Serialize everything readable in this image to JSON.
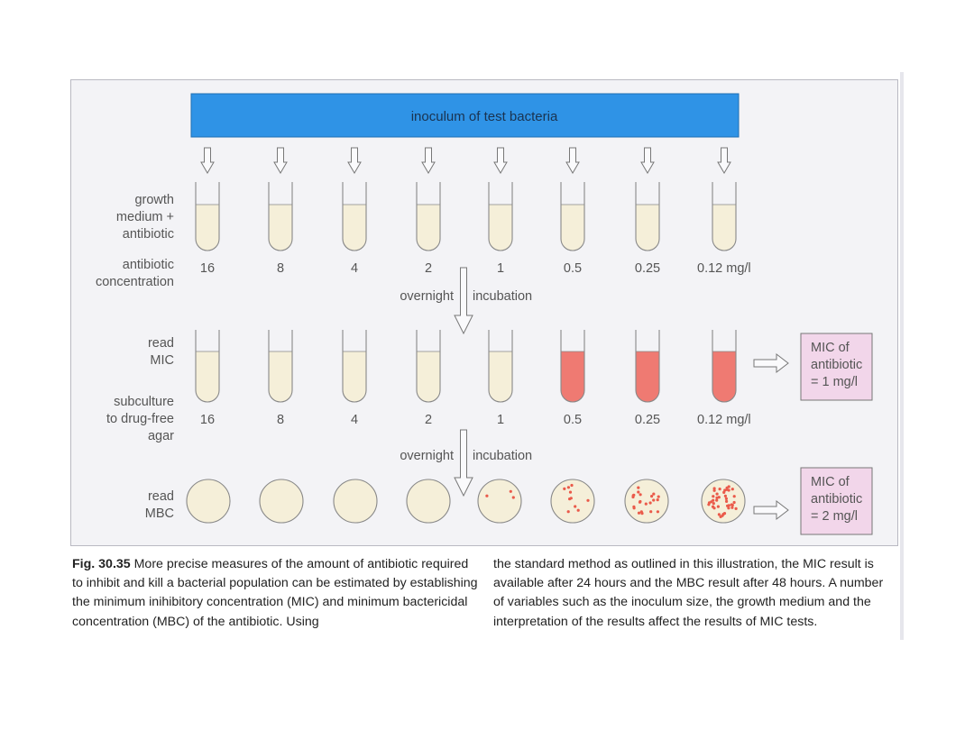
{
  "banner": "inoculum of test bacteria",
  "row_labels": {
    "growth_medium": [
      "growth",
      "medium +",
      "antibiotic"
    ],
    "antibiotic_concentration": [
      "antibiotic",
      "concentration"
    ],
    "read_mic": [
      "read",
      "MIC"
    ],
    "subculture": [
      "subculture",
      "to drug-free",
      "agar"
    ],
    "read_mbc": [
      "read",
      "MBC"
    ]
  },
  "concentrations": [
    "16",
    "8",
    "4",
    "2",
    "1",
    "0.5",
    "0.25",
    "0.12 mg/l"
  ],
  "incubation_labels": [
    "overnight",
    "incubation"
  ],
  "mic_tube_growth": [
    false,
    false,
    false,
    false,
    false,
    true,
    true,
    true
  ],
  "mbc_colony_counts": [
    0,
    0,
    0,
    0,
    3,
    10,
    22,
    40
  ],
  "results": {
    "mic": [
      "MIC of",
      "antibiotic",
      "= 1 mg/l"
    ],
    "mbc": [
      "MIC of",
      "antibiotic",
      "= 2 mg/l"
    ]
  },
  "caption": {
    "fig_label": "Fig. 30.35",
    "left": " More precise measures of the amount of antibiotic required to inhibit and kill a bacterial population can be estimated by establishing the minimum inihibitory concentration (MIC) and minimum bactericidal concentration (MBC) of the antibiotic. Using",
    "right": "the standard method as outlined in this illustration, the MIC result is available after 24 hours and the MBC result after 48 hours. A number of variables such as the inoculum size, the growth medium and the interpretation of the results affect the results of MIC tests."
  },
  "colors": {
    "banner": "#2f93e6",
    "medium": "#f5efd9",
    "growth": "#ef7a72",
    "result_box": "#f2d6ea",
    "colony": "#ea5a4a"
  }
}
